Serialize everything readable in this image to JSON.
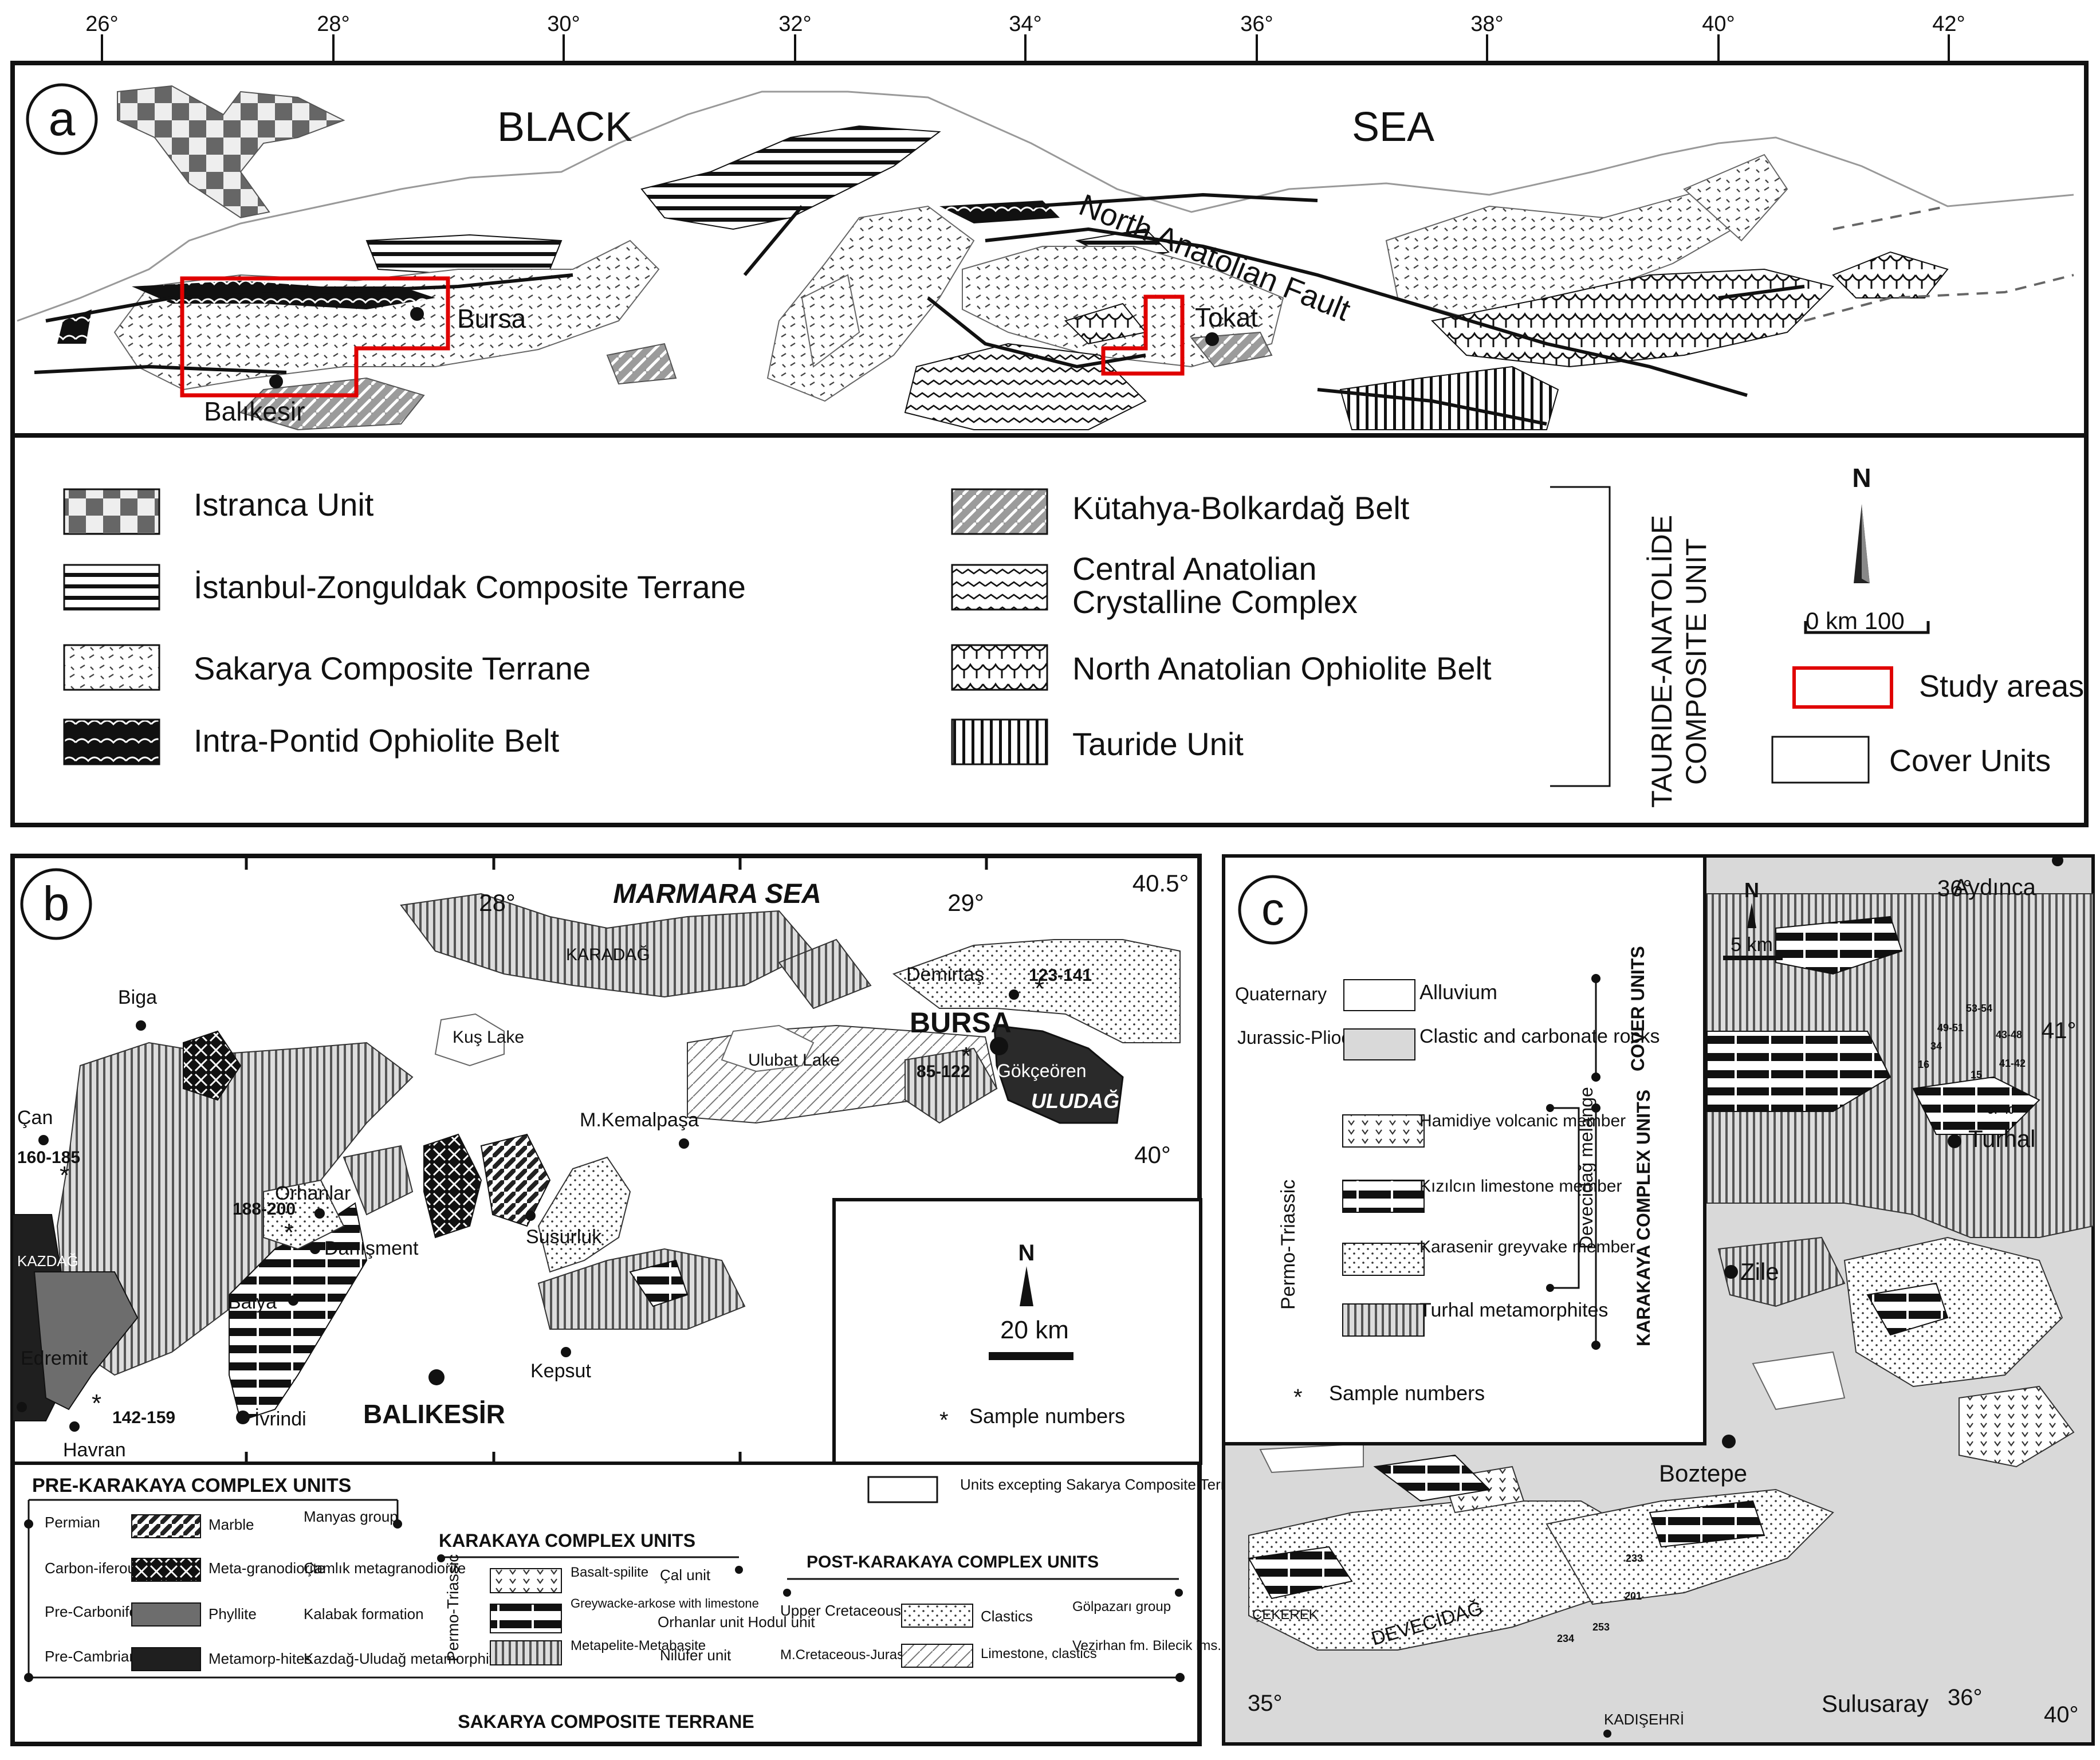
{
  "top_longitudes": [
    "26°",
    "28°",
    "30°",
    "32°",
    "34°",
    "36°",
    "38°",
    "40°",
    "42°"
  ],
  "panel_a": {
    "label": "a",
    "sea_left": "BLACK",
    "sea_right": "SEA",
    "fault": "North Anatolian Fault",
    "cities": [
      "Bursa",
      "Balıkesir",
      "Tokat"
    ],
    "legend": {
      "left": [
        "Istranca Unit",
        "İstanbul-Zonguldak Composite Terrane",
        "Sakarya Composite Terrane",
        "Intra-Pontid Ophiolite Belt"
      ],
      "right": [
        "Kütahya-Bolkardağ Belt",
        "Central Anatolian",
        "Crystalline Complex",
        "North Anatolian Ophiolite Belt",
        "Tauride Unit"
      ],
      "bracket_line1": "TAURIDE-ANATOLİDE",
      "bracket_line2": "COMPOSITE UNIT",
      "north": "N",
      "scale": "0  km 100",
      "study_areas": "Study areas",
      "cover_units": "Cover Units"
    }
  },
  "panel_b": {
    "label": "b",
    "sea": "MARMARA  SEA",
    "longitudes": [
      "28°",
      "29°"
    ],
    "lat_top": "40.5°",
    "lat_mid": "40°",
    "places": [
      "Biga",
      "Çan",
      "KAZDAĞ",
      "Edremit",
      "Havran",
      "Orhanlar",
      "Danışment",
      "Balya",
      "İvrindi",
      "BALIKESİR",
      "Kepsut",
      "Susurluk",
      "Kuş Lake",
      "M.Kemalpaşa",
      "Ulubat Lake",
      "KARADAĞ",
      "Demirtaş",
      "BURSA",
      "Gökçeören",
      "ULUDAĞ"
    ],
    "samples": [
      "160-185",
      "188-200",
      "142-159",
      "85-122",
      "123-141"
    ],
    "north": "N",
    "scale": "20 km",
    "sample_label": "Sample numbers",
    "legend": {
      "pre_title": "PRE-KARAKAYA COMPLEX UNITS",
      "permian": "Permian",
      "marble": "Marble",
      "manyas": "Manyas group",
      "carboniferous": "Carbon-iferous",
      "metagranodiorite": "Meta-granodiorite",
      "camlik": "Çamlık metagranodiorite",
      "precarb": "Pre-Carbonifer.",
      "phyllite": "Phyllite",
      "kalabak": "Kalabak formation",
      "precambrian": "Pre-Cambrian",
      "metamorphites": "Metamorp-hites",
      "kazdag": "Kazdağ-Uludağ metamorphites",
      "kar_title": "KARAKAYA COMPLEX UNITS",
      "permo": "Permo-Triassic",
      "basalt": "Basalt-spilite",
      "cal": "Çal unit",
      "greywacke": "Greywacke-arkose with limestone",
      "orhanlar": "Orhanlar unit Hodul unit",
      "metapelite": "Metapelite-Metabasite",
      "nilufer": "Nilüfer unit",
      "post_title": "POST-KARAKAYA COMPLEX UNITS",
      "upper_cret": "Upper Cretaceous",
      "clastics": "Clastics",
      "golpazari": "Gölpazarı group",
      "m_cret": "M.Cretaceous-Jurassic",
      "limestone": "Limestone, clastics",
      "vezirhan": "Vezirhan fm. Bilecik lms. Bayırköy fm.",
      "units_except": "Units excepting Sakarya Composite Terrane",
      "sakarya": "SAKARYA COMPOSITE TERRANE"
    }
  },
  "panel_c": {
    "label": "c",
    "places": [
      "Aydınca",
      "Turhal",
      "Zile",
      "Boztepe",
      "ÇEKEREK",
      "DEVECİDAĞ",
      "KADIŞEHRİ",
      "Sulusaray"
    ],
    "coords": [
      "36°",
      "41°",
      "35°",
      "36°",
      "40°"
    ],
    "samples": [
      "53-54",
      "49-51",
      "43-48",
      "34",
      "16",
      "15",
      "41-42",
      "37-40",
      "233",
      "201",
      "253",
      "234"
    ],
    "north": "N",
    "scale": "5 km",
    "legend": {
      "quaternary": "Quaternary",
      "alluvium": "Alluvium",
      "jurassic": "Jurassic-Pliocene",
      "clastic": "Clastic and carbonate rocks",
      "cover": "COVER UNITS",
      "permo": "Permo-Triassic",
      "hamidiye": "Hamidiye volcanic member",
      "kizilcin": "Kızılcın limestone member",
      "karasenir": "Karasenir greyvake member",
      "turhal": "Turhal metamorphites",
      "devecidag": "Devecidağ melange",
      "karakaya": "KARAKAYA COMPLEX UNITS",
      "samples": "Sample numbers"
    }
  }
}
